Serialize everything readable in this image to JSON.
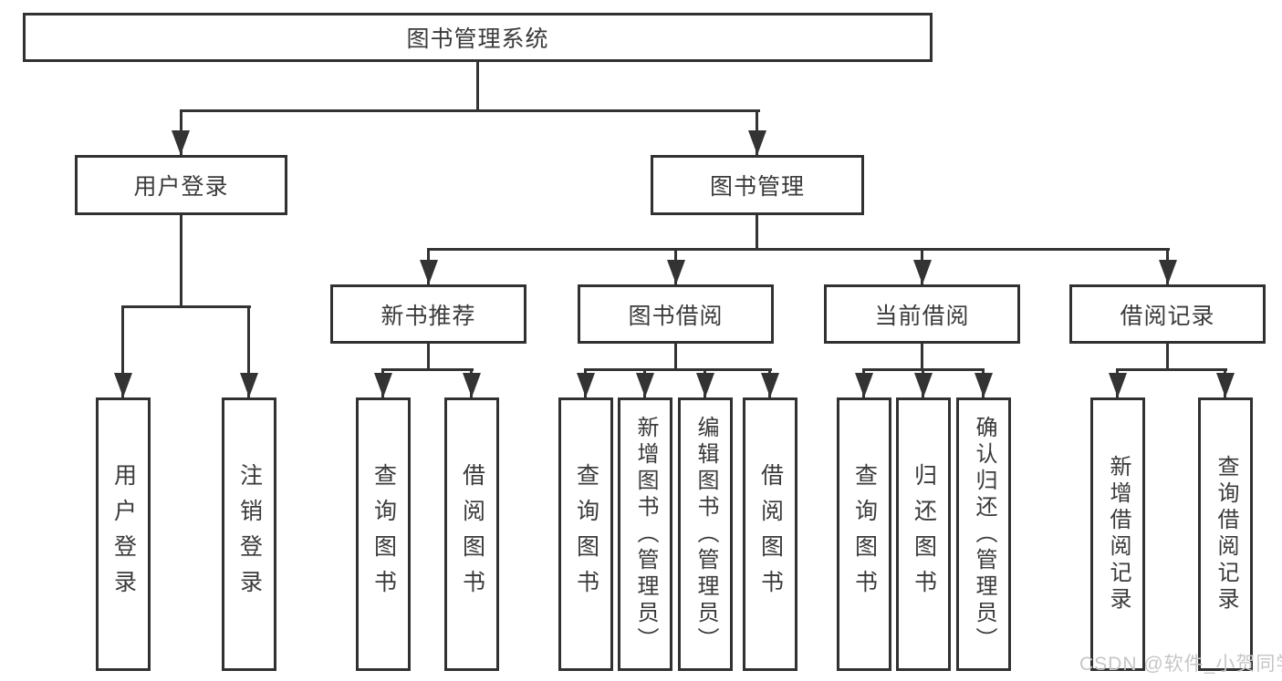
{
  "diagram": {
    "watermark": "CSDN @软件_小贺同学",
    "root": {
      "label": "图书管理系统",
      "children": [
        {
          "label": "用户登录",
          "children": [
            {
              "label": "用户登录"
            },
            {
              "label": "注销登录"
            }
          ]
        },
        {
          "label": "图书管理",
          "children": [
            {
              "label": "新书推荐",
              "children": [
                {
                  "label": "查询图书"
                },
                {
                  "label": "借阅图书"
                }
              ]
            },
            {
              "label": "图书借阅",
              "children": [
                {
                  "label": "查询图书"
                },
                {
                  "label": "新增图书（管理员）"
                },
                {
                  "label": "编辑图书（管理员）"
                },
                {
                  "label": "借阅图书"
                }
              ]
            },
            {
              "label": "当前借阅",
              "children": [
                {
                  "label": "查询图书"
                },
                {
                  "label": "归还图书"
                },
                {
                  "label": "确认归还（管理员）"
                }
              ]
            },
            {
              "label": "借阅记录",
              "children": [
                {
                  "label": "新增借阅记录"
                },
                {
                  "label": "查询借阅记录"
                }
              ]
            }
          ]
        }
      ]
    }
  }
}
